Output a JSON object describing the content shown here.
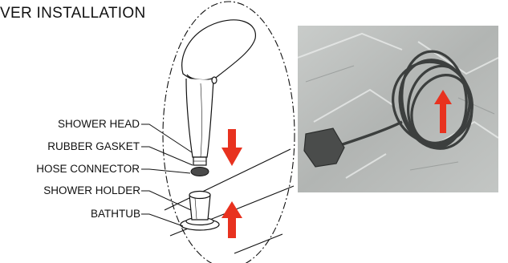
{
  "title": "VER INSTALLATION",
  "labels": {
    "shower_head": "SHOWER HEAD",
    "rubber_gasket": "RUBBER GASKET",
    "hose_connector": "HOSE CONNECTOR",
    "shower_holder": "SHOWER HOLDER",
    "bathtub": "BATHTUB"
  },
  "photo": {
    "subject": "shower hose coiled in plastic bag",
    "arrow_direction": "up"
  },
  "colors": {
    "arrow": "#e8321f",
    "line": "#111111",
    "gasket": "#4a4a4a",
    "photo_bg": "#b9bcba"
  },
  "icons": {
    "down_arrow": "red-down-arrow-icon",
    "up_arrow": "red-up-arrow-icon"
  }
}
